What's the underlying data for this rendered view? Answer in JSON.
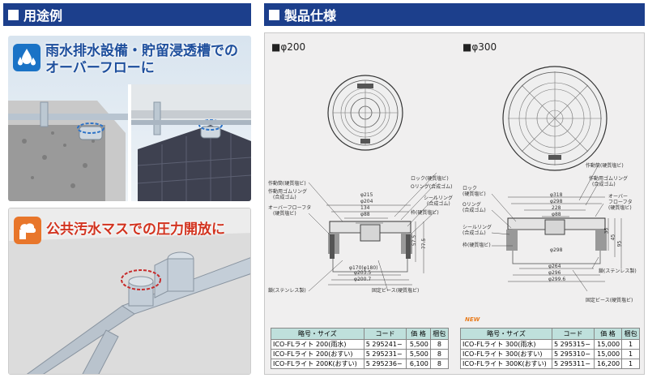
{
  "headers": {
    "usage": "用途例",
    "spec": "製品仕様"
  },
  "usage": {
    "caption1": [
      "雨水排水設備・貯留浸透槽での",
      "オーバーフローに"
    ],
    "caption2": "公共汚水マスでの圧力開放に"
  },
  "diagrams": {
    "d200": {
      "title": "■φ200",
      "labels": {
        "sadoukan": "作動筒(硬質塩ビ)",
        "sadouyou_gomu": "作動用ゴムリング",
        "gosei_gomu": "(合成ゴム)",
        "overflow": "オーバーフローフタ",
        "overflow_mat": "(硬質塩ビ)",
        "lock": "ロック(硬質塩ビ)",
        "oring": "Oリング(合成ゴム)",
        "seal": "シールリング",
        "seal_mat": "(合成ゴム)",
        "frame": "枠(硬質塩ビ)",
        "chain": "鎖(ステンレス製)",
        "kotei": "固定ビース(硬質塩ビ)"
      },
      "dims": {
        "d215": "φ215",
        "d204": "φ204",
        "d134": "134",
        "d88": "φ88",
        "d170": "φ170(φ180)",
        "d2035": "φ203.5",
        "d2007": "φ200.7",
        "h575": "57.5",
        "h775": "77.5"
      }
    },
    "d300": {
      "title": "■φ300",
      "labels": {
        "sadoukan": "作動筒(硬質塩ビ)",
        "sadouyou_gomu": "作動用ゴムリング",
        "gosei_gomu": "(合成ゴム)",
        "lock": "ロック",
        "lock_mat": "(硬質塩ビ)",
        "overflow": "オーバー",
        "overflow2": "フローフタ",
        "overflow_mat": "(硬質塩ビ)",
        "oring": "Oリング",
        "oring_mat": "(合成ゴム)",
        "seal": "シールリング",
        "seal_mat": "(合成ゴム)",
        "frame": "枠(硬質塩ビ)",
        "chain": "鎖(ステンレス製)",
        "kotei": "固定ビース(硬質塩ビ)"
      },
      "dims": {
        "d318": "φ318",
        "d298": "φ298",
        "d228": "228",
        "d88": "φ88",
        "d298b": "φ298",
        "d264": "φ264",
        "d296": "φ296",
        "d2996": "φ299.6",
        "h35": "35",
        "h45": "45",
        "h95": "95"
      }
    }
  },
  "tables": {
    "columns": [
      "略号・サイズ",
      "コード",
      "価 格",
      "梱包"
    ],
    "t200": [
      [
        "ICO-FLライト 200(雨水)",
        "5 295241−",
        "5,500",
        "8"
      ],
      [
        "ICO-FLライト 200(おすい)",
        "5 295231−",
        "5,500",
        "8"
      ],
      [
        "ICO-FLライト 200K(おすい)",
        "5 295236−",
        "6,100",
        "8"
      ]
    ],
    "t300": [
      [
        "ICO-FLライト 300(雨水)",
        "5 295315−",
        "15,000",
        "1"
      ],
      [
        "ICO-FLライト 300(おすい)",
        "5 295310−",
        "15,000",
        "1"
      ],
      [
        "ICO-FLライト 300K(おすい)",
        "5 295311−",
        "16,200",
        "1"
      ]
    ],
    "new_badge": "NEW"
  },
  "colors": {
    "header": "#1c3f8c",
    "table_header": "#bfe0dc",
    "accent_orange": "#e8762b",
    "accent_red": "#d2331f"
  }
}
